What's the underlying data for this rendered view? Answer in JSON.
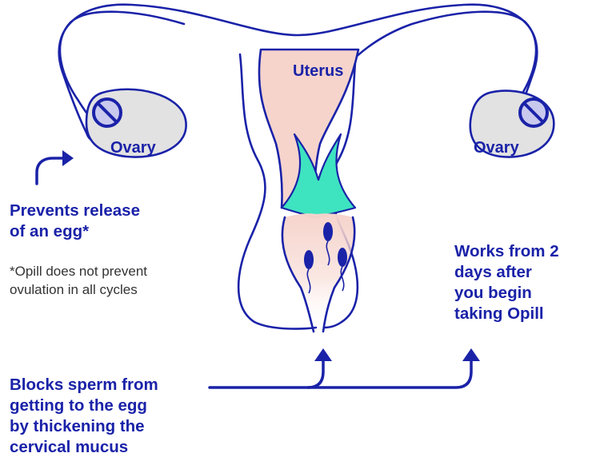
{
  "labels": {
    "uterus": "Uterus",
    "ovary_left": "Ovary",
    "ovary_right": "Ovary"
  },
  "annotations": {
    "prevents_release": "Prevents release\nof an egg*",
    "footnote": "*Opill does not prevent\novulation in all cycles",
    "works_from": "Works from 2\ndays after\nyou begin\ntaking Opill",
    "blocks_sperm": "Blocks sperm from\ngetting to the egg\nby thickening the\ncervical mucus"
  },
  "colors": {
    "outline": "#1a22a8",
    "text_blue": "#1a22a8",
    "uterus_fill": "#f6d4cc",
    "mucus_fill": "#3ee3c0",
    "ovary_fill": "#e2e2e2",
    "symbol_fill": "#c9c9ee"
  },
  "icons": [
    "no-symbol-icon",
    "arrow-curve-icon",
    "arrow-up-icon",
    "sperm-icon"
  ]
}
